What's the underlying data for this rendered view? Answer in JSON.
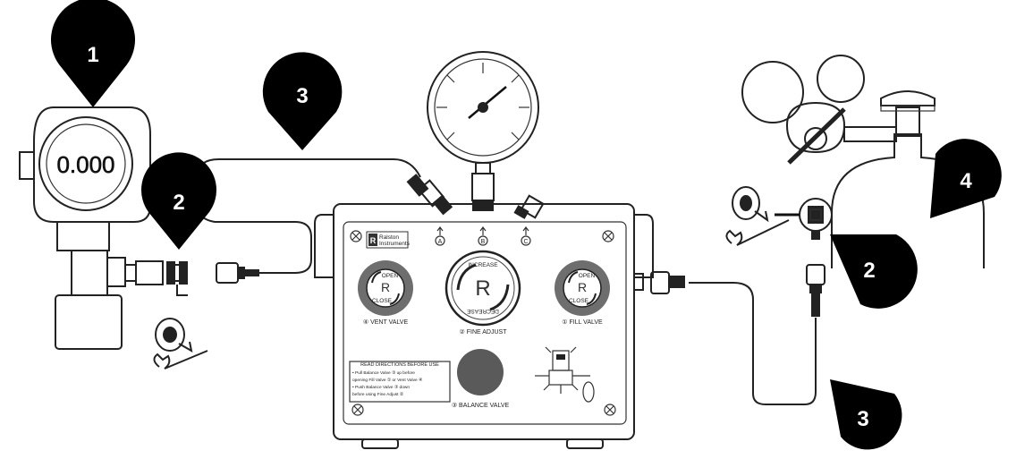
{
  "callouts": [
    "1",
    "2",
    "3",
    "2",
    "3",
    "4"
  ],
  "transmitter": {
    "display": "0.000"
  },
  "panel": {
    "brand_line1": "Ralston",
    "brand_line2": "Instruments",
    "port_a": "A",
    "port_b": "B",
    "port_c": "C",
    "knob_open": "OPEN",
    "knob_close": "CLOSE",
    "vent_valve": "④ VENT VALVE",
    "fill_valve": "① FILL VALVE",
    "fine_adjust": "② FINE ADJUST",
    "increase": "INCREASE",
    "decrease": "DECREASE",
    "balance_valve": "③ BALANCE VALVE",
    "directions_title": "READ DIRECTIONS BEFORE USE",
    "directions": [
      "• Pull Balance Valve ③ up before",
      "opening Fill Valve ① or Vent Valve ④",
      "• Push Balance Valve ③ down",
      "before using Fine Adjust ②"
    ]
  },
  "colors": {
    "callout": "#000000",
    "knob_ring": "#6e6e6e",
    "balance_knob": "#5a5a5a"
  },
  "icons": [
    "tape-roll-icon",
    "wrench-icon",
    "pressure-gauge-icon",
    "gas-regulator-icon",
    "gas-cylinder-icon"
  ]
}
